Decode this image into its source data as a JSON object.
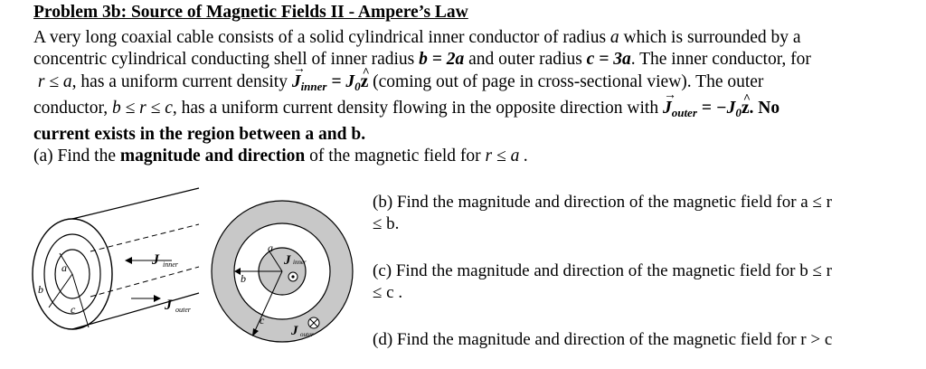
{
  "title": "Problem 3b: Source of Magnetic Fields II - Ampere’s Law",
  "intro": {
    "l1_a": "A very long coaxial cable consists of a solid cylindrical inner conductor of radius",
    "l1_var": "a",
    "l1_b": "which is surrounded by a",
    "l2_a": "concentric cylindrical conducting shell of inner radius",
    "l2_eq1": "b = 2a",
    "l2_b": "and outer radius",
    "l2_eq2": "c = 3a",
    "l2_c": ". The inner conductor, for",
    "l3_cond": "r ≤ a",
    "l3_a": ", has a uniform current density",
    "l3_J": "J",
    "l3_sub": "inner",
    "l3_eq": "= J",
    "l3_eqsub": "0",
    "l3_z": "z",
    "l3_b": "(coming out of page in cross-sectional view). The outer",
    "l4_a": "conductor,",
    "l4_cond": "b ≤ r ≤ c",
    "l4_b": ", has a uniform current density flowing in the opposite direction with",
    "l4_J": "J",
    "l4_sub": "outer",
    "l4_eq": "= −J",
    "l4_eqsub": "0",
    "l4_z": "z",
    "l4_c": ". No",
    "l5": "current exists in the region between a and b."
  },
  "part_a": {
    "lead": "(a) Find the",
    "bold": "magnitude and direction",
    "rest": "of the magnetic field for",
    "cond": "r ≤ a ."
  },
  "part_b": {
    "l1": "(b)  Find the magnitude and direction of the magnetic field for a ≤ r",
    "l2": "≤ b."
  },
  "part_c": {
    "l1": "(c)  Find the magnitude and direction of the magnetic field for b ≤ r",
    "l2": "≤ c ."
  },
  "part_d": {
    "l1": "(d)  Find the magnitude and direction of the magnetic field for  r > c"
  },
  "figure": {
    "label_a": "a",
    "label_b": "b",
    "label_c": "c",
    "J": "J",
    "inner_sub": "inner",
    "outer_sub": "outer",
    "colors": {
      "shell": "#c8c8c8",
      "line": "#000000",
      "bg": "#ffffff"
    }
  }
}
